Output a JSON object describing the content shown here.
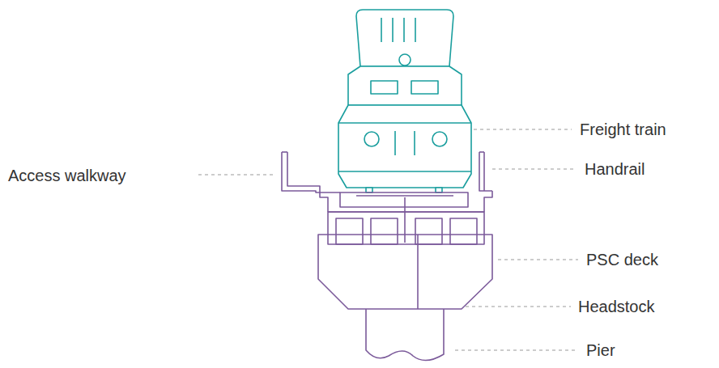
{
  "diagram": {
    "labels": [
      "Access walkway",
      "Freight train",
      "Handrail",
      "PSC deck",
      "Headstock",
      "Pier"
    ]
  }
}
